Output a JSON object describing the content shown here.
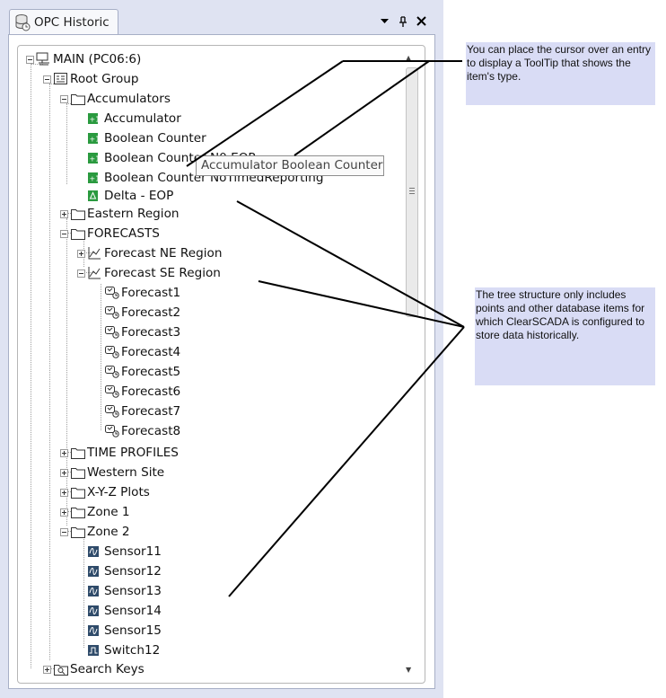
{
  "window": {
    "tab_title": "OPC Historic",
    "icons": [
      "database-icon",
      "dropdown-icon",
      "pin-icon",
      "close-icon"
    ]
  },
  "tree": {
    "nodes": [
      {
        "label": "MAIN (PC06:6)",
        "icon": "computer-icon",
        "expander": "minus"
      },
      {
        "label": "Root Group",
        "icon": "root-group-icon",
        "expander": "minus"
      },
      {
        "label": "Accumulators",
        "icon": "folder-icon",
        "expander": "minus"
      },
      {
        "label": "Accumulator",
        "icon": "accumulator-icon",
        "expander": "none"
      },
      {
        "label": "Boolean Counter",
        "icon": "accumulator-icon",
        "expander": "none"
      },
      {
        "label": "Boolean Counter N0 EOP",
        "icon": "accumulator-icon",
        "expander": "none"
      },
      {
        "label": "Boolean Counter NoTimedReporting",
        "icon": "accumulator-icon",
        "expander": "none"
      },
      {
        "label": "Delta - EOP",
        "icon": "delta-icon",
        "expander": "none"
      },
      {
        "label": "Eastern Region",
        "icon": "folder-icon",
        "expander": "plus"
      },
      {
        "label": "FORECASTS",
        "icon": "folder-icon",
        "expander": "minus"
      },
      {
        "label": "Forecast NE Region",
        "icon": "forecast-chart-icon",
        "expander": "plus"
      },
      {
        "label": "Forecast SE Region",
        "icon": "forecast-chart-icon",
        "expander": "minus"
      },
      {
        "label": "Forecast1",
        "icon": "forecast-point-icon",
        "expander": "none"
      },
      {
        "label": "Forecast2",
        "icon": "forecast-point-icon",
        "expander": "none"
      },
      {
        "label": "Forecast3",
        "icon": "forecast-point-icon",
        "expander": "none"
      },
      {
        "label": "Forecast4",
        "icon": "forecast-point-icon",
        "expander": "none"
      },
      {
        "label": "Forecast5",
        "icon": "forecast-point-icon",
        "expander": "none"
      },
      {
        "label": "Forecast6",
        "icon": "forecast-point-icon",
        "expander": "none"
      },
      {
        "label": "Forecast7",
        "icon": "forecast-point-icon",
        "expander": "none"
      },
      {
        "label": "Forecast8",
        "icon": "forecast-point-icon",
        "expander": "none"
      },
      {
        "label": "TIME PROFILES",
        "icon": "folder-icon",
        "expander": "plus"
      },
      {
        "label": "Western Site",
        "icon": "folder-icon",
        "expander": "plus"
      },
      {
        "label": "X-Y-Z Plots",
        "icon": "folder-icon",
        "expander": "plus"
      },
      {
        "label": "Zone 1",
        "icon": "folder-icon",
        "expander": "plus"
      },
      {
        "label": "Zone 2",
        "icon": "folder-icon",
        "expander": "minus"
      },
      {
        "label": "Sensor11",
        "icon": "analog-point-icon",
        "expander": "none"
      },
      {
        "label": "Sensor12",
        "icon": "analog-point-icon",
        "expander": "none"
      },
      {
        "label": "Sensor13",
        "icon": "analog-point-icon",
        "expander": "none"
      },
      {
        "label": "Sensor14",
        "icon": "analog-point-icon",
        "expander": "none"
      },
      {
        "label": "Sensor15",
        "icon": "analog-point-icon",
        "expander": "none"
      },
      {
        "label": "Switch12",
        "icon": "digital-point-icon",
        "expander": "none"
      },
      {
        "label": "Search Keys",
        "icon": "search-keys-icon",
        "expander": "plus"
      }
    ]
  },
  "tooltip": {
    "text": "Accumulator Boolean Counter"
  },
  "notes": {
    "tooltip_note": "You can place the cursor over an entry to display a ToolTip that shows the item's type.",
    "structure_note": "The tree structure only includes points and other database items for which ClearSCADA is configured to store data historically."
  },
  "colors": {
    "panel_background": "#dfe3f2",
    "note_background": "#d9dcf5",
    "accumulator_icon": "#2a9a3f",
    "callout_line": "#000000"
  }
}
